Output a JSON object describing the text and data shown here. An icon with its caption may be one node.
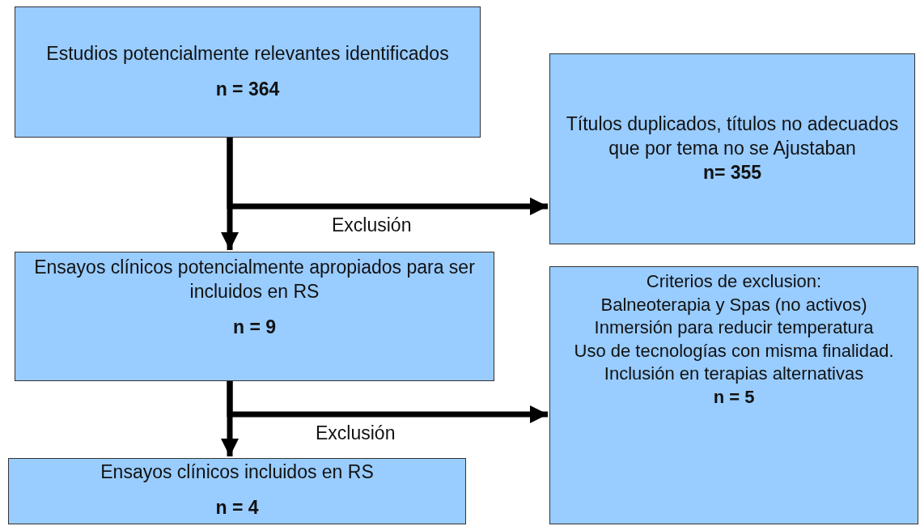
{
  "diagram": {
    "nodes": [
      {
        "text": [
          "Estudios potencialmente relevantes identificados",
          "n = 364"
        ]
      },
      {
        "text": [
          "Títulos duplicados, títulos no adecuados que por tema no se Ajustaban",
          "n= 355"
        ]
      },
      {
        "text": [
          "Ensayos clínicos potencialmente apropiados para ser incluidos en RS",
          "n = 9"
        ]
      },
      {
        "text": [
          "Criterios de exclusion:",
          "Balneoterapia y Spas (no activos)",
          "Inmersión para reducir temperatura",
          "Uso de tecnologías con misma finalidad.",
          "Inclusión en terapias alternativas",
          "n = 5"
        ]
      },
      {
        "text": [
          "Ensayos clínicos incluidos en RS",
          "n = 4"
        ]
      }
    ],
    "edges": [
      {
        "from": 0,
        "to": 2,
        "arrow": "to"
      },
      {
        "from": 0,
        "to": 1,
        "arrow": "to",
        "label": "Exclusión"
      },
      {
        "from": 2,
        "to": 4,
        "arrow": "to"
      },
      {
        "from": 2,
        "to": 3,
        "arrow": "to",
        "label": "Exclusión"
      }
    ]
  }
}
